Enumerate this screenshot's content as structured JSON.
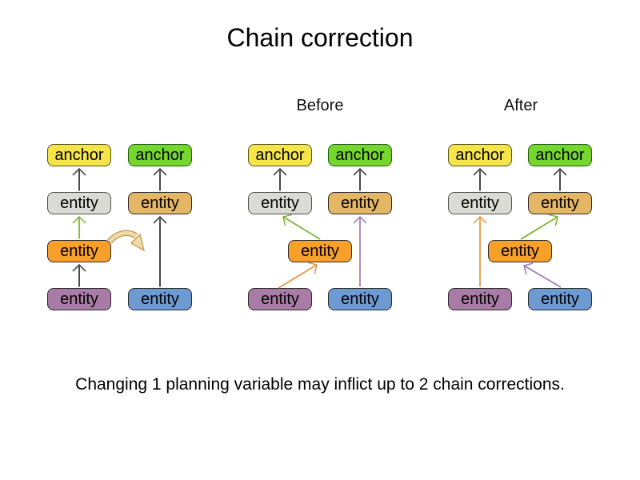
{
  "title": "Chain correction",
  "caption": "Changing 1 planning variable may inflict up to 2 chain corrections.",
  "groups": [
    {
      "label": "",
      "boxes": [
        {
          "label": "anchor"
        },
        {
          "label": "anchor"
        },
        {
          "label": "entity"
        },
        {
          "label": "entity"
        },
        {
          "label": "entity"
        },
        {
          "label": "entity"
        },
        {
          "label": "entity"
        }
      ]
    },
    {
      "label": "Before",
      "boxes": [
        {
          "label": "anchor"
        },
        {
          "label": "anchor"
        },
        {
          "label": "entity"
        },
        {
          "label": "entity"
        },
        {
          "label": "entity"
        },
        {
          "label": "entity"
        },
        {
          "label": "entity"
        }
      ]
    },
    {
      "label": "After",
      "boxes": [
        {
          "label": "anchor"
        },
        {
          "label": "anchor"
        },
        {
          "label": "entity"
        },
        {
          "label": "entity"
        },
        {
          "label": "entity"
        },
        {
          "label": "entity"
        },
        {
          "label": "entity"
        }
      ]
    }
  ],
  "palette": {
    "anchor_yellow": "#F6E44B",
    "anchor_yellow_border": "#55550E",
    "anchor_green": "#74D62E",
    "anchor_green_border": "#215E08",
    "entity_gray": "#DBDBD5",
    "entity_gray_border": "#4F4F4F",
    "entity_tan": "#E3B764",
    "entity_tan_border": "#2B2B2B",
    "entity_orange": "#F9A02B",
    "entity_orange_border": "#2B2B2B",
    "entity_purple": "#A97CA7",
    "entity_purple_border": "#2B2B2B",
    "entity_blue": "#6D9BD1",
    "entity_blue_border": "#2B2B2B",
    "arrow_dark": "#4A4A4A",
    "arrow_green": "#76B22A",
    "arrow_orange": "#E8913A",
    "arrow_purple": "#9A79B5",
    "move_fill": "#F0DCAB",
    "move_border": "#C89D52"
  }
}
